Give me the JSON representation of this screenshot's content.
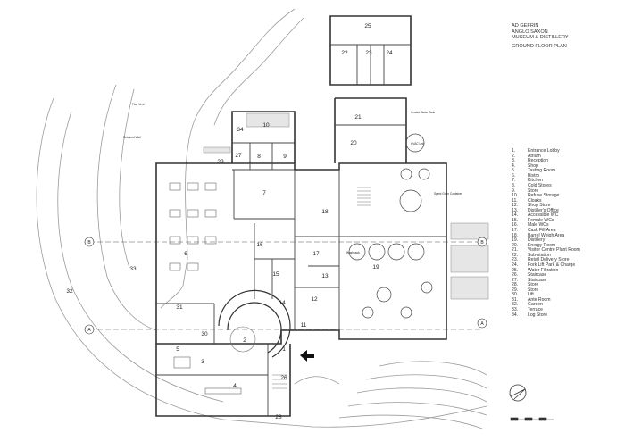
{
  "title_block": {
    "line1": "AD GEFRIN",
    "line2": "ANGLO SAXON",
    "line3": "MUSEUM & DISTILLERY",
    "line4": "GROUND FLOOR PLAN"
  },
  "legend": [
    {
      "num": "1.",
      "name": "Entrance Lobby"
    },
    {
      "num": "2.",
      "name": "Atrium"
    },
    {
      "num": "3.",
      "name": "Reception"
    },
    {
      "num": "4.",
      "name": "Shop"
    },
    {
      "num": "5.",
      "name": "Tasting Room"
    },
    {
      "num": "6.",
      "name": "Bistro"
    },
    {
      "num": "7.",
      "name": "Kitchen"
    },
    {
      "num": "8.",
      "name": "Cold Stores"
    },
    {
      "num": "9.",
      "name": "Store"
    },
    {
      "num": "10.",
      "name": "Refuse Storage"
    },
    {
      "num": "11.",
      "name": "Cloaks"
    },
    {
      "num": "12.",
      "name": "Shop Store"
    },
    {
      "num": "13.",
      "name": "Distiller's Office"
    },
    {
      "num": "14.",
      "name": "Accessible WC"
    },
    {
      "num": "15.",
      "name": "Female WCs"
    },
    {
      "num": "16.",
      "name": "Male WCs"
    },
    {
      "num": "17.",
      "name": "Cask Fill Area"
    },
    {
      "num": "18.",
      "name": "Barrel Weigh Area"
    },
    {
      "num": "19.",
      "name": "Distillery"
    },
    {
      "num": "20.",
      "name": "Energy Room"
    },
    {
      "num": "21.",
      "name": "Visitor Centre Plant Room"
    },
    {
      "num": "22.",
      "name": "Sub-station"
    },
    {
      "num": "23.",
      "name": "Retail Delivery Store"
    },
    {
      "num": "24.",
      "name": "Fork Lift Park & Charge"
    },
    {
      "num": "25.",
      "name": "Water Filtration"
    },
    {
      "num": "26.",
      "name": "Staircase"
    },
    {
      "num": "27.",
      "name": "Staircase"
    },
    {
      "num": "28.",
      "name": "Store"
    },
    {
      "num": "29.",
      "name": "Store"
    },
    {
      "num": "30.",
      "name": "Lift"
    },
    {
      "num": "31.",
      "name": "Ante Room"
    },
    {
      "num": "32.",
      "name": "Garden"
    },
    {
      "num": "33.",
      "name": "Terrace"
    },
    {
      "num": "34.",
      "name": "Log Store"
    }
  ],
  "room_labels": [
    "1",
    "2",
    "3",
    "4",
    "5",
    "6",
    "7",
    "8",
    "9",
    "10",
    "11",
    "12",
    "13",
    "14",
    "15",
    "16",
    "17",
    "18",
    "19",
    "20",
    "21",
    "22",
    "23",
    "24",
    "25",
    "26",
    "27",
    "28",
    "29",
    "30",
    "31",
    "32",
    "33",
    "34"
  ],
  "section_markers": {
    "a": "A",
    "b": "B"
  },
  "annotations": {
    "vent": "Flue Vent",
    "wall": "Retained Wall",
    "tank": "Heated Water Tank",
    "hvac": "HVAC Unit",
    "spent": "Spent Grain Container",
    "still": "Washback"
  },
  "colors": {
    "line": "#333333",
    "light": "#9a9a9a",
    "fill": "#e6e6e6"
  }
}
